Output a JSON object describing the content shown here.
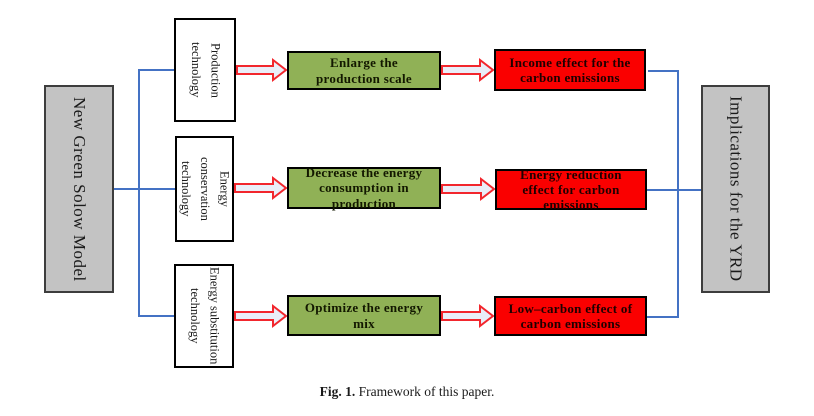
{
  "figure": {
    "caption_label": "Fig. 1.",
    "caption_text": "Framework of this paper."
  },
  "nodes": {
    "left": {
      "label": "New Green Solow Model"
    },
    "right": {
      "label": "Implications for the YRD"
    },
    "tech": [
      {
        "label": "Production\ntechnology"
      },
      {
        "label": "Energy conservation\ntechnology"
      },
      {
        "label": "Energy substitution\ntechnology"
      }
    ],
    "actions": [
      {
        "label": "Enlarge the\nproduction scale"
      },
      {
        "label": "Decrease the energy\nconsumption in\nproduction"
      },
      {
        "label": "Optimize the energy\nmix"
      }
    ],
    "effects": [
      {
        "label": "Income effect for the\ncarbon emissions"
      },
      {
        "label": "Energy reduction\neffect for carbon\nemissions"
      },
      {
        "label": "Low–carbon effect of\ncarbon emissions"
      }
    ]
  },
  "icons": {
    "block_arrow": "thick-right-arrow-icon",
    "connector": "elbow-connector-line"
  },
  "colors": {
    "gray_fill": "#c3c3c3",
    "gray_border": "#3d3d3d",
    "green_fill": "#90b156",
    "red_fill": "#fa0000",
    "box_border": "#000000",
    "connector_blue": "#4472c4",
    "arrow_stroke": "#f2262d",
    "arrow_fill": "#e9eef8",
    "background": "#ffffff"
  }
}
